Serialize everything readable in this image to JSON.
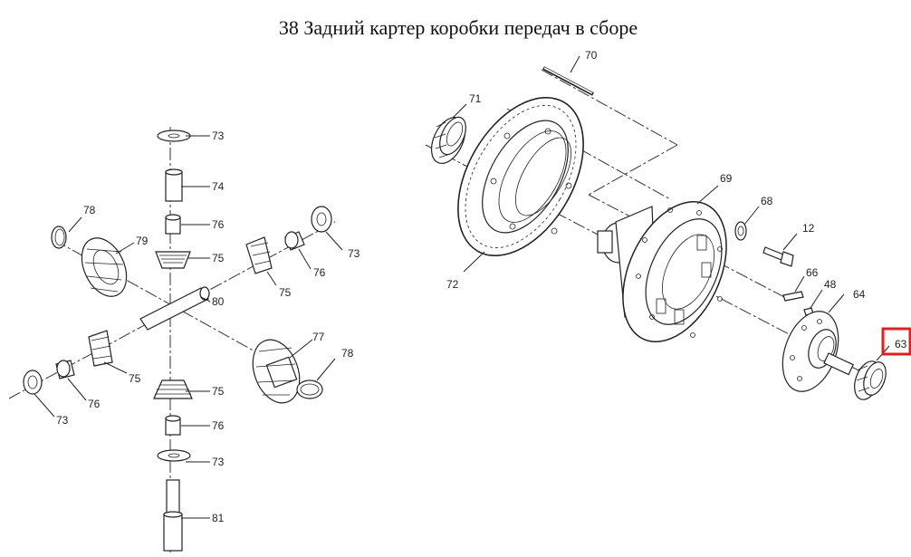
{
  "title": "38 Задний картер коробки передач в сборе",
  "labels": {
    "p73a": "73",
    "p74": "74",
    "p76a": "76",
    "p75a": "75",
    "p78a": "78",
    "p79": "79",
    "p73b": "73",
    "p76b": "76",
    "p75b": "75",
    "p80": "80",
    "p75c": "75",
    "p76c": "76",
    "p73c": "73",
    "p77": "77",
    "p78b": "78",
    "p75d": "75",
    "p76d": "76",
    "p73d": "73",
    "p81": "81",
    "p70": "70",
    "p71": "71",
    "p69": "69",
    "p68": "68",
    "p12": "12",
    "p72": "72",
    "p66": "66",
    "p48": "48",
    "p64": "64",
    "p63": "63"
  },
  "highlight": {
    "label": "63",
    "color": "#e02020"
  }
}
